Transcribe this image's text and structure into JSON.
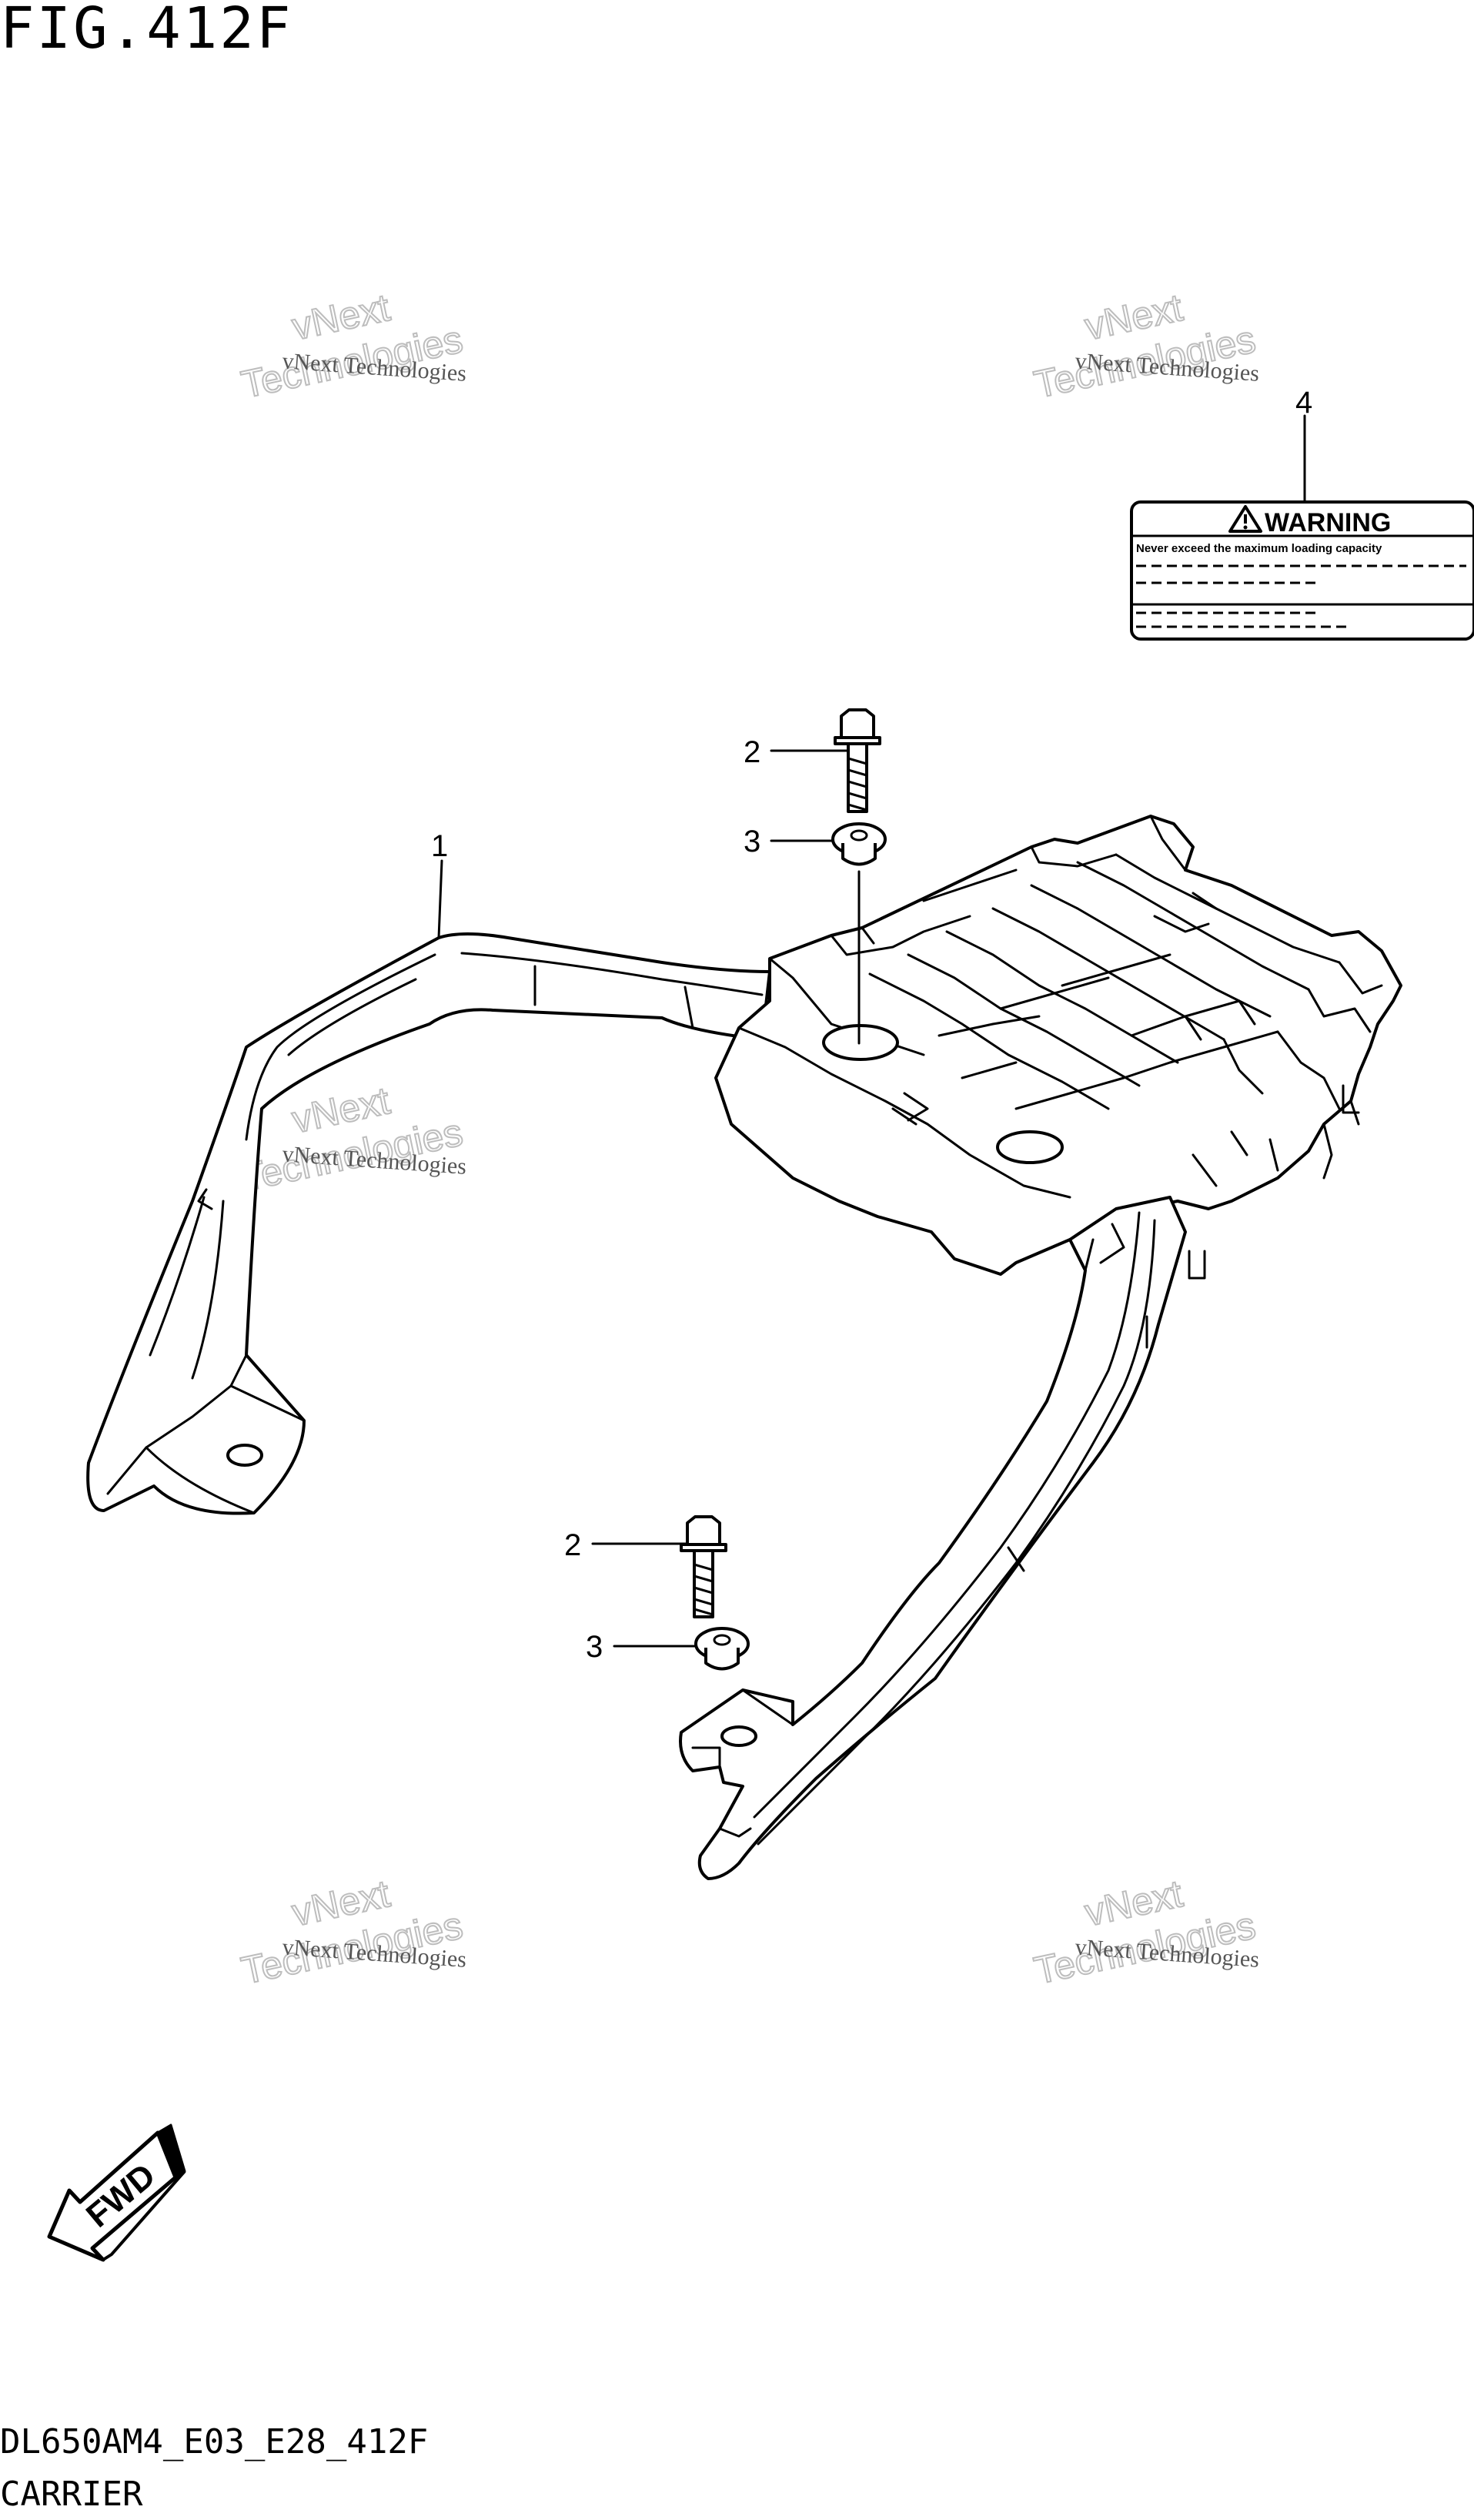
{
  "figure": {
    "title": "FIG.412F",
    "code": "DL650AM4_E03_E28_412F",
    "name": "CARRIER"
  },
  "callouts": [
    {
      "id": "callout-1",
      "label": "1"
    },
    {
      "id": "callout-2-top",
      "label": "2"
    },
    {
      "id": "callout-3-top",
      "label": "3"
    },
    {
      "id": "callout-4",
      "label": "4"
    },
    {
      "id": "callout-2-bottom",
      "label": "2"
    },
    {
      "id": "callout-3-bottom",
      "label": "3"
    }
  ],
  "warning_label": {
    "heading": "WARNING",
    "text": "Never exceed the maximum loading capacity"
  },
  "fwd_arrow": {
    "label": "FWD"
  },
  "watermark": {
    "line_small": "vNext Technologies",
    "line_big_1": "vNext",
    "line_big_2": "Technologies"
  }
}
